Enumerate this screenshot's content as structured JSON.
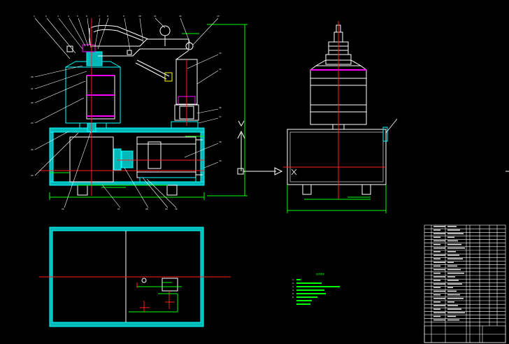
{
  "drawing": {
    "background": "#000000",
    "colors": {
      "outline": "#ffffff",
      "center": "#ff2020",
      "dim": "#00ff00",
      "hatch": "#00d8d8",
      "magenta": "#ff00ff",
      "yellow": "#ffff00"
    }
  },
  "front_view": {
    "leaders": [
      "1",
      "2",
      "3",
      "4",
      "5",
      "6",
      "7",
      "8",
      "9",
      "10",
      "11",
      "12",
      "13",
      "14",
      "15",
      "16",
      "17",
      "18",
      "19",
      "20",
      "21",
      "22",
      "23",
      "24",
      "25",
      "26",
      "27",
      "28",
      "29",
      "30"
    ]
  },
  "notes": {
    "heading": "技术要求",
    "lines": [
      "1.",
      "2.",
      "3.",
      "4.",
      "5.",
      "6."
    ]
  },
  "title_block": {
    "rows": 28
  }
}
